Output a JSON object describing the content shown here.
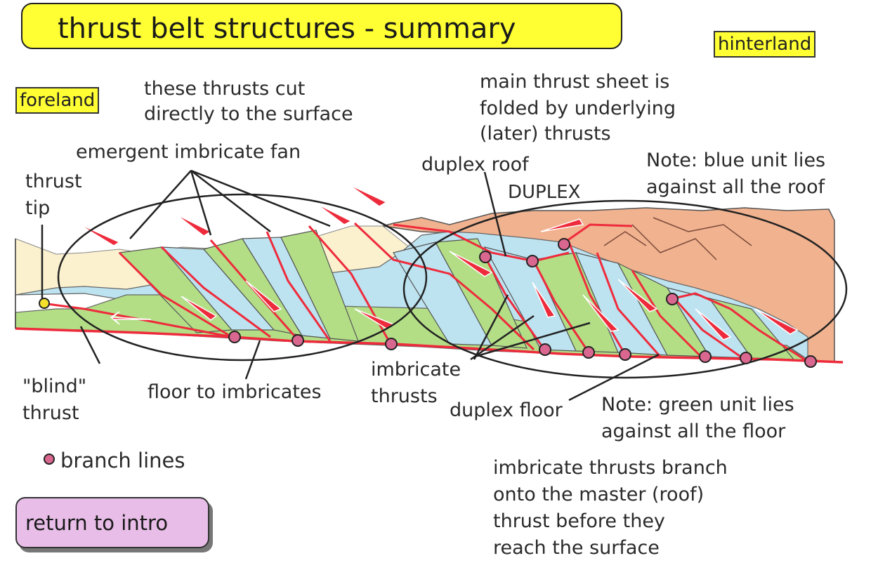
{
  "title": "thrust belt structures - summary",
  "tags": {
    "foreland": "foreland",
    "hinterland": "hinterland"
  },
  "labels": {
    "cut_surface_1": "these thrusts cut",
    "cut_surface_2": "directly to the surface",
    "emergent_fan": "emergent imbricate fan",
    "thrust_tip_1": "thrust",
    "thrust_tip_2": "tip",
    "main_sheet_1": "main thrust sheet is",
    "main_sheet_2": "folded by underlying",
    "main_sheet_3": "(later) thrusts",
    "duplex_roof": "duplex roof",
    "duplex": "DUPLEX",
    "note_blue_1": "Note: blue unit lies",
    "note_blue_2": "against all the roof",
    "blind_1": "\"blind\"",
    "blind_2": "thrust",
    "floor_imbricates": "floor to imbricates",
    "imbricate_1": "imbricate",
    "imbricate_2": "thrusts",
    "duplex_floor": "duplex floor",
    "note_green_1": "Note: green unit lies",
    "note_green_2": "against all the floor",
    "branch_lines": "branch lines",
    "branch_onto_1": "imbricate thrusts branch",
    "branch_onto_2": "onto the master (roof)",
    "branch_onto_3": "thrust before they",
    "branch_onto_4": "reach the surface"
  },
  "button": {
    "return_label": "return to intro"
  },
  "colors": {
    "title_bg": "#ffff33",
    "cream_unit": "#fbf1cf",
    "blue_unit": "#bde3f0",
    "green_unit": "#b3de86",
    "orange_unit": "#f1b28f",
    "thrust_line": "#ee2b3c",
    "branch_dot": "#d9678f",
    "tip_dot": "#f4e02c",
    "button_bg": "#e8bde8"
  }
}
